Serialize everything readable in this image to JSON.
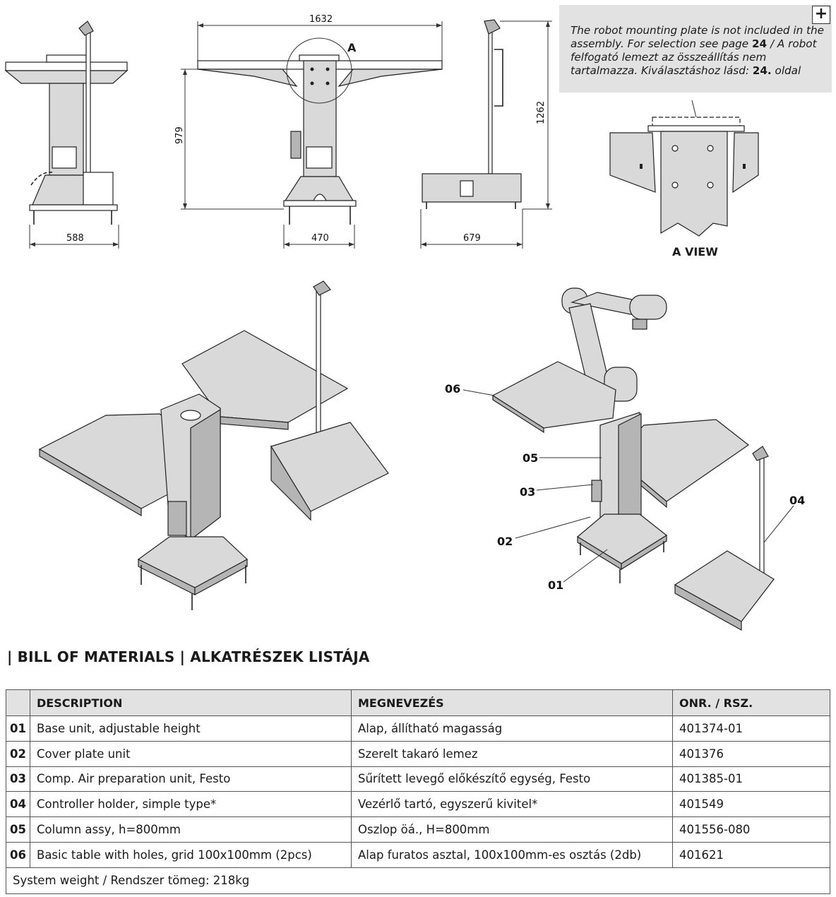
{
  "note": {
    "line1_a": "The robot mounting plate is not included in the assembly. For selection see page ",
    "line1_page": "24",
    "line1_b": " / A robot felfogató lemezt az összeállítás nem tartalmazza. Kiválasztáshoz lásd: ",
    "line2_page": "24.",
    "line2_b": " oldal"
  },
  "plus_icon": "+",
  "a_view_label": "A VIEW",
  "callout_a": "A",
  "dimensions": {
    "front_width": "588",
    "side_width_top": "1632",
    "side_height": "979",
    "side_width_bottom": "470",
    "right_height": "1262",
    "right_width": "679"
  },
  "iso_labels": {
    "l06": "06",
    "l05": "05",
    "l03": "03",
    "l02": "02",
    "l01": "01",
    "l04": "04"
  },
  "bom_title": "| BILL OF MATERIALS | ALKATRÉSZEK LISTÁJA",
  "table": {
    "headers": [
      "",
      "DESCRIPTION",
      "MEGNEVEZÉS",
      "ONR. / RSZ."
    ],
    "rows": [
      {
        "num": "01",
        "desc": "Base unit, adjustable height",
        "hu": "Alap, állítható magasság",
        "code": "401374-01"
      },
      {
        "num": "02",
        "desc": "Cover plate unit",
        "hu": "Szerelt takaró lemez",
        "code": "401376"
      },
      {
        "num": "03",
        "desc": "Comp. Air preparation unit, Festo",
        "hu": "Sűrített levegő előkészítő egység, Festo",
        "code": "401385-01"
      },
      {
        "num": "04",
        "desc": "Controller holder, simple type*",
        "hu": "Vezérlő tartó, egyszerű kivitel*",
        "code": "401549"
      },
      {
        "num": "05",
        "desc": "Column assy, h=800mm",
        "hu": "Oszlop öá., H=800mm",
        "code": "401556-080"
      },
      {
        "num": "06",
        "desc": "Basic table with holes, grid 100x100mm (2pcs)",
        "hu": "Alap furatos asztal, 100x100mm-es osztás (2db)",
        "code": "401621"
      }
    ],
    "footer": "System weight / Rendszer tömeg: 218kg"
  }
}
